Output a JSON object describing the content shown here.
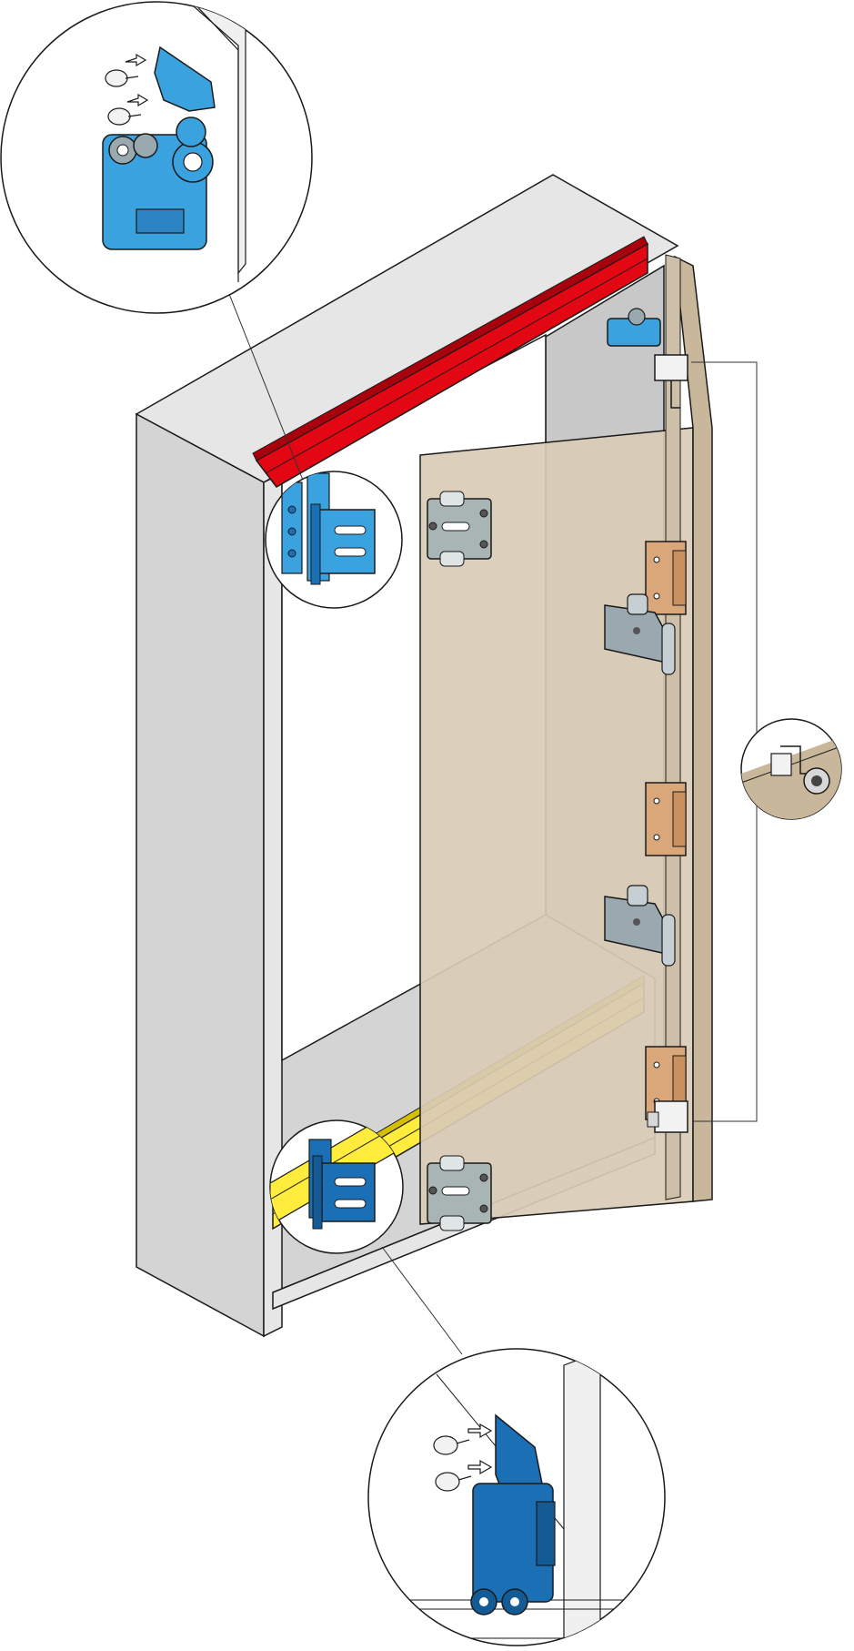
{
  "colors": {
    "cabinet_light": "#e6e6e6",
    "cabinet_mid": "#d4d4d4",
    "cabinet_dark": "#c8c8c8",
    "outline": "#1a1a1a",
    "door_wood": "#d9cbb5",
    "door_edge": "#c9b79b",
    "top_rail": "#e30613",
    "top_rail_dark": "#a8000c",
    "bottom_rail": "#ffec3d",
    "bottom_rail_dark": "#d4c000",
    "bracket_blue_light": "#3aa3df",
    "bracket_blue_dark": "#1a6fb5",
    "hinge_copper": "#d9a77a",
    "hinge_steel": "#9aa8b0",
    "plate_grey": "#a9b4b4",
    "callout_line": "#333333"
  },
  "callouts": [
    {
      "name": "top-roller-carriage-detail",
      "icon": "roller-carriage-icon"
    },
    {
      "name": "top-bracket-detail",
      "icon": "bracket-icon"
    },
    {
      "name": "stop-catch-detail",
      "icon": "catch-icon"
    },
    {
      "name": "bottom-bracket-detail",
      "icon": "bracket-icon"
    },
    {
      "name": "bottom-roller-carriage-detail",
      "icon": "roller-carriage-icon"
    }
  ]
}
